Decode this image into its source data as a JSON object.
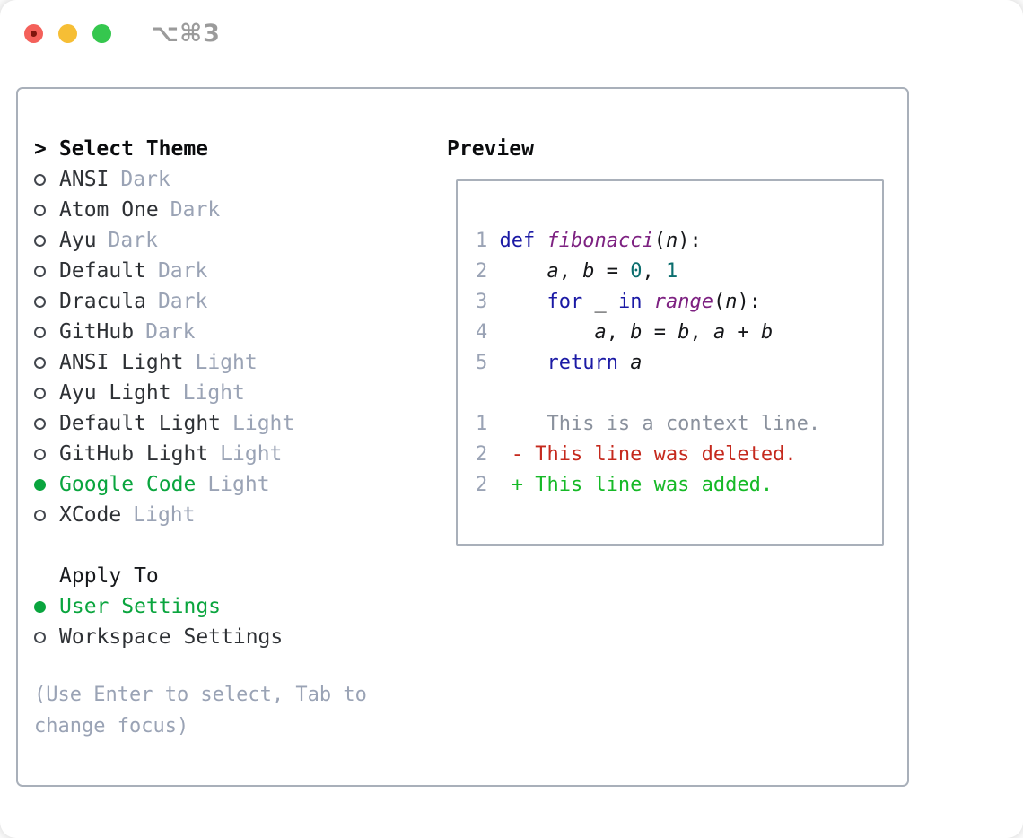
{
  "titlebar": {
    "shortcut": "⌥⌘3"
  },
  "colors": {
    "accent_green": "#0aa53e",
    "border": "#a9b0ba",
    "muted": "#9aa3b5",
    "lnum": "#9aa3b5",
    "kwd": "#1b1aa5",
    "typ": "#7d2181",
    "lit": "#0b6e6e",
    "pln": "#16171a",
    "ctx": "#8a919d",
    "del": "#c5291d",
    "add": "#16b927",
    "light_red": "#f4605a",
    "light_red_dot": "#7e150d",
    "light_yellow": "#f6be35",
    "light_green": "#35c74e"
  },
  "theme_panel": {
    "header": {
      "prefix": ">",
      "label": "Select Theme"
    },
    "items": [
      {
        "name": "ANSI",
        "tag": "Dark",
        "selected": false
      },
      {
        "name": "Atom One",
        "tag": "Dark",
        "selected": false
      },
      {
        "name": "Ayu",
        "tag": "Dark",
        "selected": false
      },
      {
        "name": "Default",
        "tag": "Dark",
        "selected": false
      },
      {
        "name": "Dracula",
        "tag": "Dark",
        "selected": false
      },
      {
        "name": "GitHub",
        "tag": "Dark",
        "selected": false
      },
      {
        "name": "ANSI Light",
        "tag": "Light",
        "selected": false
      },
      {
        "name": "Ayu Light",
        "tag": "Light",
        "selected": false
      },
      {
        "name": "Default Light",
        "tag": "Light",
        "selected": false
      },
      {
        "name": "GitHub Light",
        "tag": "Light",
        "selected": false
      },
      {
        "name": "Google Code",
        "tag": "Light",
        "selected": true
      },
      {
        "name": "XCode",
        "tag": "Light",
        "selected": false
      }
    ],
    "apply_to": {
      "label": "Apply To",
      "options": [
        {
          "label": "User Settings",
          "selected": true
        },
        {
          "label": "Workspace Settings",
          "selected": false
        }
      ]
    },
    "hint_lines": [
      "(Use Enter to select, Tab to",
      "change focus)"
    ]
  },
  "preview": {
    "title": "Preview",
    "code_lines": [
      {
        "num": "1",
        "tokens": [
          {
            "text": " ",
            "style": "pln"
          },
          {
            "text": "def",
            "style": "kwd"
          },
          {
            "text": " ",
            "style": "pln"
          },
          {
            "text": "fibonacci",
            "style": "typ"
          },
          {
            "text": "(",
            "style": "pln"
          },
          {
            "text": "n",
            "style": "var"
          },
          {
            "text": "):",
            "style": "pln"
          }
        ]
      },
      {
        "num": "2",
        "tokens": [
          {
            "text": "     ",
            "style": "pln"
          },
          {
            "text": "a",
            "style": "var"
          },
          {
            "text": ", ",
            "style": "pln"
          },
          {
            "text": "b",
            "style": "var"
          },
          {
            "text": " = ",
            "style": "pln"
          },
          {
            "text": "0",
            "style": "lit"
          },
          {
            "text": ", ",
            "style": "pln"
          },
          {
            "text": "1",
            "style": "lit"
          }
        ]
      },
      {
        "num": "3",
        "tokens": [
          {
            "text": "     ",
            "style": "pln"
          },
          {
            "text": "for",
            "style": "kwd"
          },
          {
            "text": " _ ",
            "style": "pln"
          },
          {
            "text": "in",
            "style": "kwd"
          },
          {
            "text": " ",
            "style": "pln"
          },
          {
            "text": "range",
            "style": "typ"
          },
          {
            "text": "(",
            "style": "pln"
          },
          {
            "text": "n",
            "style": "var"
          },
          {
            "text": "):",
            "style": "pln"
          }
        ]
      },
      {
        "num": "4",
        "tokens": [
          {
            "text": "         ",
            "style": "pln"
          },
          {
            "text": "a",
            "style": "var"
          },
          {
            "text": ", ",
            "style": "pln"
          },
          {
            "text": "b",
            "style": "var"
          },
          {
            "text": " = ",
            "style": "pln"
          },
          {
            "text": "b",
            "style": "var"
          },
          {
            "text": ", ",
            "style": "pln"
          },
          {
            "text": "a",
            "style": "var"
          },
          {
            "text": " + ",
            "style": "pln"
          },
          {
            "text": "b",
            "style": "var"
          }
        ]
      },
      {
        "num": "5",
        "tokens": [
          {
            "text": "     ",
            "style": "pln"
          },
          {
            "text": "return",
            "style": "kwd"
          },
          {
            "text": " ",
            "style": "pln"
          },
          {
            "text": "a",
            "style": "var"
          }
        ]
      }
    ],
    "diff_lines": [
      {
        "num": "1",
        "tokens": [
          {
            "text": "     This is a context line.",
            "style": "ctx"
          }
        ]
      },
      {
        "num": "2",
        "tokens": [
          {
            "text": "  - This line was deleted.",
            "style": "del"
          }
        ]
      },
      {
        "num": "2",
        "tokens": [
          {
            "text": "  + This line was added.",
            "style": "add"
          }
        ]
      }
    ]
  }
}
